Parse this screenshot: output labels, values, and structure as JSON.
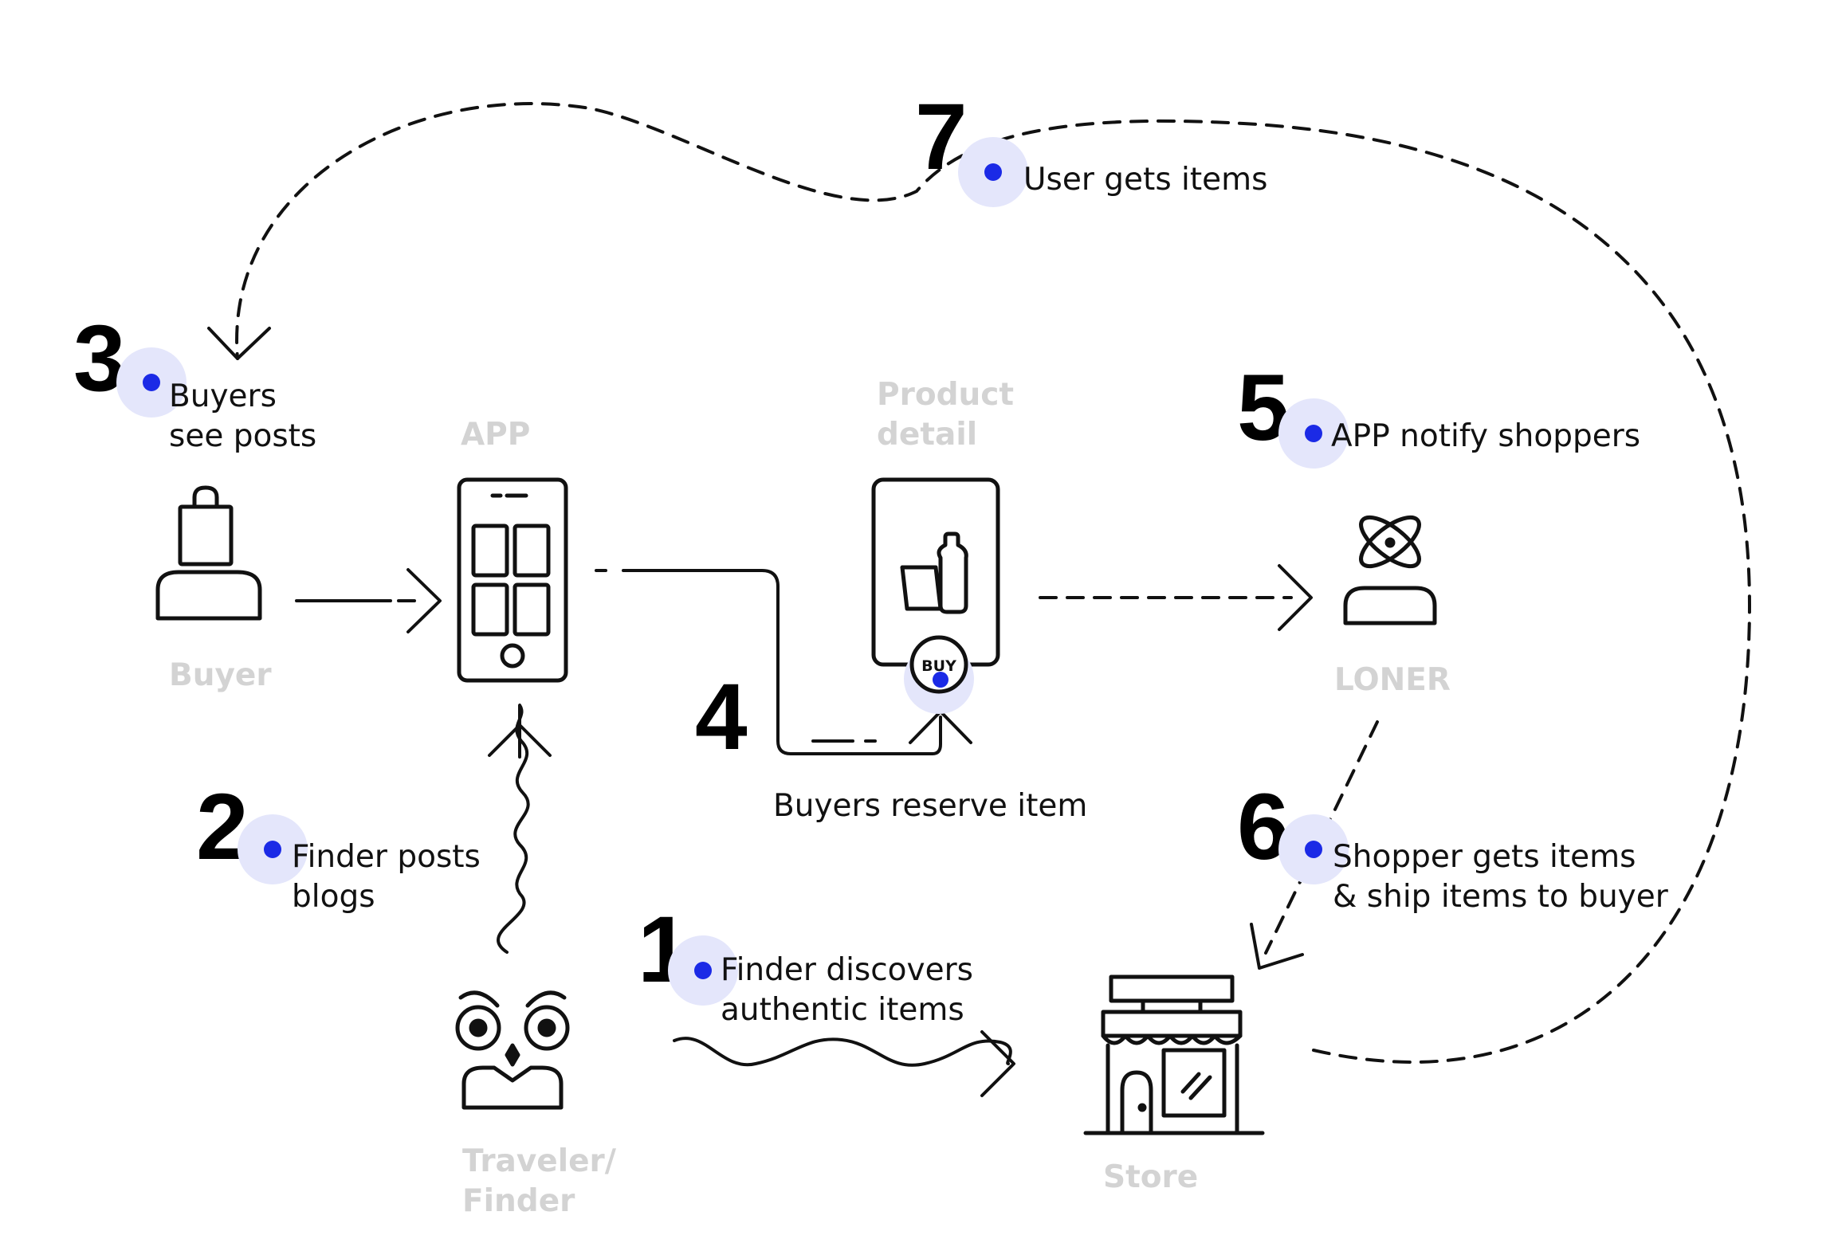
{
  "steps": {
    "s1": {
      "number": "1",
      "lines": [
        "Finder discovers",
        "authentic items"
      ]
    },
    "s2": {
      "number": "2",
      "lines": [
        "Finder posts",
        "blogs"
      ]
    },
    "s3": {
      "number": "3",
      "lines": [
        "Buyers",
        "see posts"
      ]
    },
    "s4": {
      "number": "4",
      "lines": [
        "Buyers reserve item"
      ]
    },
    "s5": {
      "number": "5",
      "lines": [
        "APP notify shoppers"
      ]
    },
    "s6": {
      "number": "6",
      "lines": [
        "Shopper gets items",
        "& ship items to buyer"
      ]
    },
    "s7": {
      "number": "7",
      "lines": [
        "User gets items"
      ]
    }
  },
  "nodes": {
    "buyer": {
      "lines": [
        "Buyer"
      ],
      "icon": "shopping-bag-person-icon"
    },
    "app": {
      "lines": [
        "APP"
      ],
      "icon": "smartphone-icon"
    },
    "product": {
      "lines": [
        "Product",
        "detail"
      ],
      "icon": "product-detail-phone-icon",
      "buy_label": "BUY"
    },
    "loner": {
      "lines": [
        "LONER"
      ],
      "icon": "atom-person-icon"
    },
    "traveler": {
      "lines": [
        "Traveler/",
        "Finder"
      ],
      "icon": "owl-icon"
    },
    "store": {
      "lines": [
        "Store"
      ],
      "icon": "storefront-icon"
    }
  },
  "colors": {
    "accent_dot": "#1b2ae6",
    "halo": "#e4e6fb",
    "node_label": "#d3d3d3",
    "line": "#111111"
  }
}
